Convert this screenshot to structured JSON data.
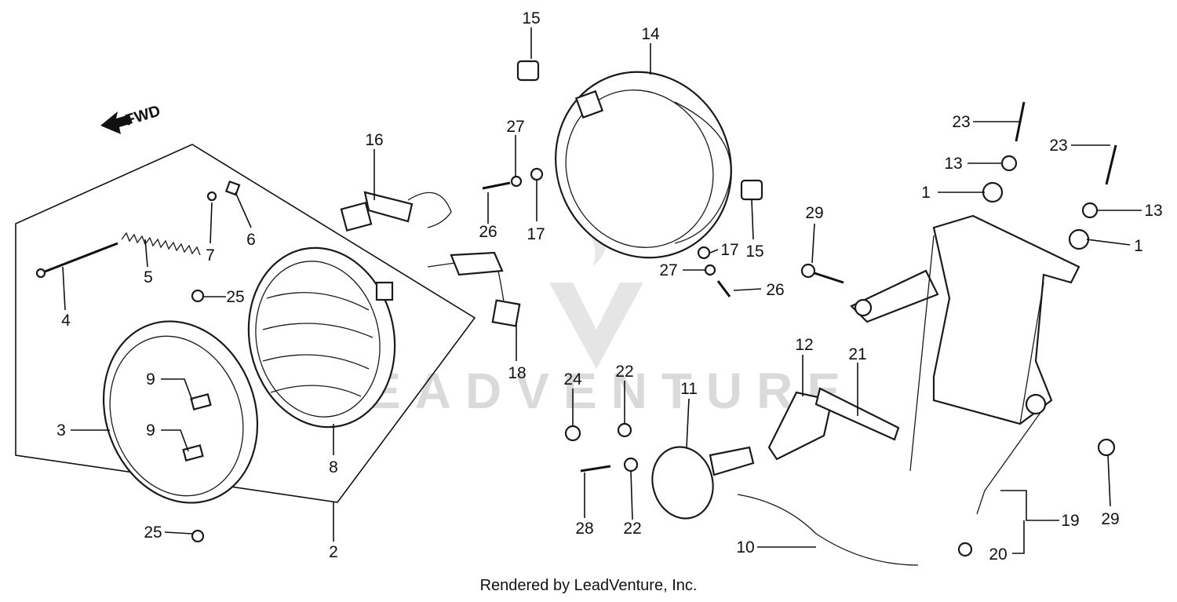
{
  "fwd_label": "FWD",
  "watermark": "LEADVENTURE",
  "footer": "Rendered by LeadVenture, Inc.",
  "callouts": [
    "1",
    "1",
    "2",
    "3",
    "4",
    "5",
    "6",
    "7",
    "8",
    "9",
    "9",
    "10",
    "11",
    "12",
    "13",
    "13",
    "14",
    "15",
    "15",
    "16",
    "17",
    "17",
    "18",
    "19",
    "20",
    "21",
    "22",
    "22",
    "23",
    "23",
    "24",
    "25",
    "25",
    "26",
    "26",
    "27",
    "27",
    "28",
    "29",
    "29"
  ]
}
